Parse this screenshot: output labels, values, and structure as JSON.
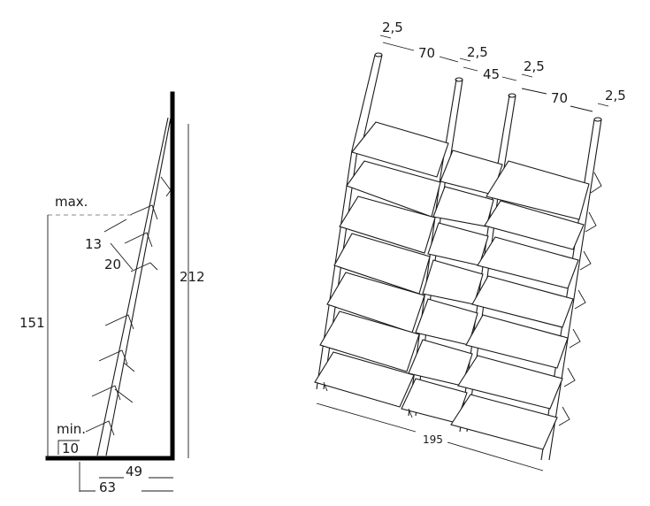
{
  "side_view": {
    "label_max": "max.",
    "label_min": "min.",
    "dim_13": "13",
    "dim_20": "20",
    "dim_151": "151",
    "dim_212": "212",
    "dim_10": "10",
    "dim_49": "49",
    "dim_63": "63"
  },
  "front_view": {
    "dim_gap_left": "2,5",
    "dim_bay_left": "70",
    "dim_gap_mid_left": "2,5",
    "dim_bay_mid": "45",
    "dim_gap_mid_right": "2,5",
    "dim_bay_right": "70",
    "dim_gap_right": "2,5",
    "dim_total_width": "195"
  }
}
